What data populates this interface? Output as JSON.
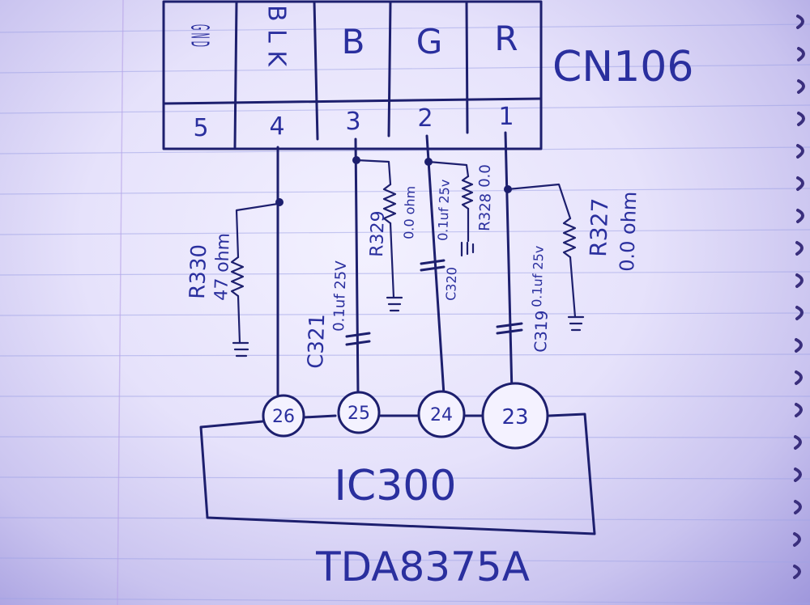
{
  "connector": {
    "name": "CN106",
    "pins": [
      {
        "signal": "G N D",
        "number": "5"
      },
      {
        "signal": "B L K",
        "number": "4"
      },
      {
        "signal": "B",
        "number": "3"
      },
      {
        "signal": "G",
        "number": "2"
      },
      {
        "signal": "R",
        "number": "1"
      }
    ]
  },
  "components": {
    "r330": {
      "ref": "R330",
      "value": "47 ohm"
    },
    "c321": {
      "ref": "C321",
      "value": "0.1uf 25V"
    },
    "r329": {
      "ref": "R329",
      "value": "0.0 ohm"
    },
    "c320": {
      "ref": "C320",
      "value": "0.1uf 25v"
    },
    "r328": {
      "ref": "R328",
      "value": "0.0"
    },
    "c319": {
      "ref": "C319",
      "value": "0.1uf 25v"
    },
    "r327": {
      "ref": "R327",
      "value": "0.0 ohm"
    }
  },
  "ic": {
    "ref": "IC300",
    "part": "TDA8375A",
    "pins": [
      "26",
      "25",
      "24",
      "23"
    ]
  }
}
